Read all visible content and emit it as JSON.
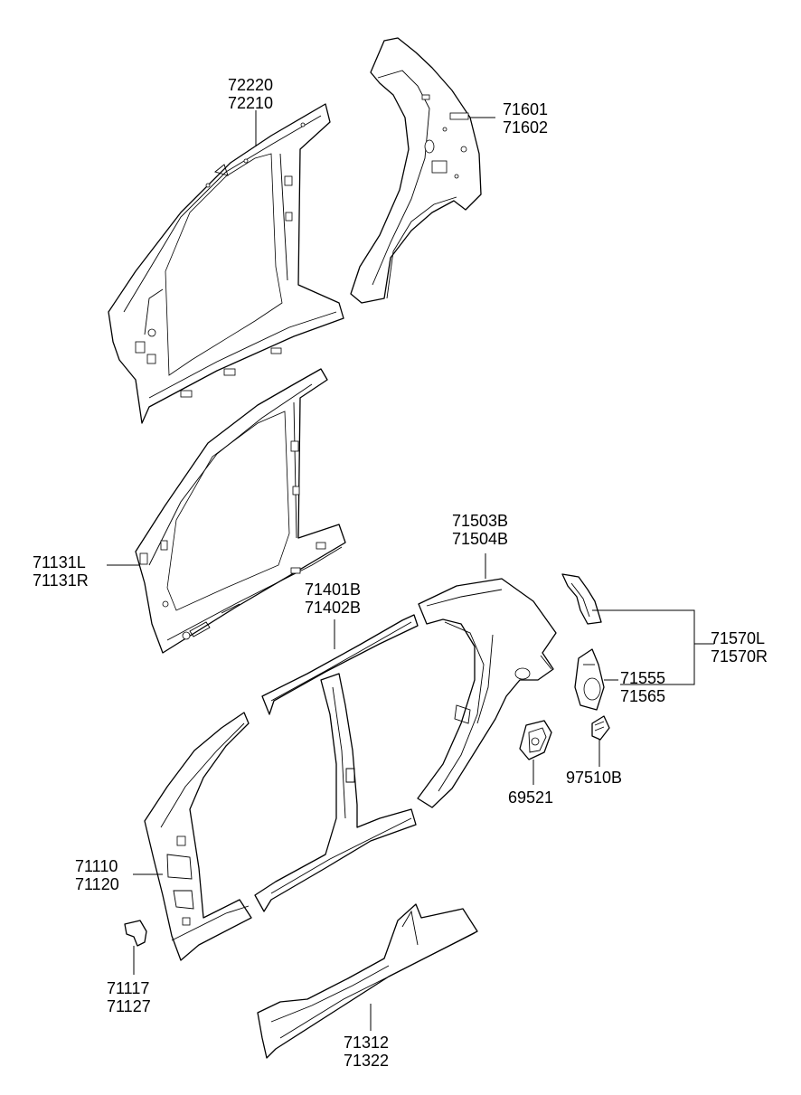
{
  "parts": [
    {
      "id": "roof-rail-inner",
      "numbers": [
        "72220",
        "72210"
      ]
    },
    {
      "id": "quarter-inner",
      "numbers": [
        "71601",
        "71602"
      ]
    },
    {
      "id": "side-inner",
      "numbers": [
        "71131L",
        "71131R"
      ]
    },
    {
      "id": "outer-panel",
      "numbers": [
        "71503B",
        "71504B"
      ]
    },
    {
      "id": "roof-rail",
      "numbers": [
        "71401B",
        "71402B"
      ]
    },
    {
      "id": "quarter-extension",
      "numbers": [
        "71570L",
        "71570R"
      ]
    },
    {
      "id": "fuel-housing",
      "numbers": [
        "71555",
        "71565"
      ]
    },
    {
      "id": "front-pillar",
      "numbers": [
        "71110",
        "71120"
      ]
    },
    {
      "id": "fuel-door",
      "numbers": [
        "69521"
      ]
    },
    {
      "id": "fuel-lid-bracket",
      "numbers": [
        "97510B"
      ]
    },
    {
      "id": "bracket",
      "numbers": [
        "71117",
        "71127"
      ]
    },
    {
      "id": "sill-panel",
      "numbers": [
        "71312",
        "71322"
      ]
    }
  ]
}
